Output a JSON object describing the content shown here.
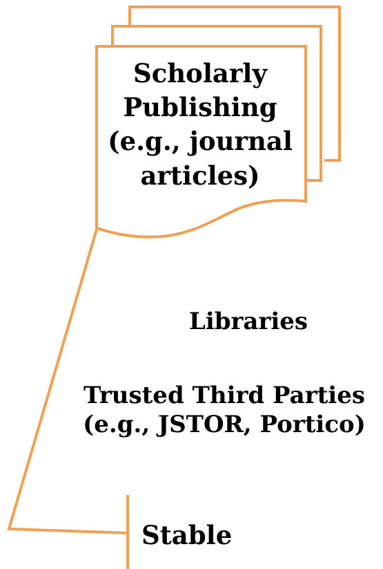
{
  "colors": {
    "accent": "#F0A050",
    "text": "#000000",
    "background": "#FFFFFF"
  },
  "document": {
    "lines": [
      "Scholarly",
      "Publishing",
      "(e.g., journal",
      "articles)"
    ]
  },
  "libraries": "Libraries",
  "trusted_third_parties": {
    "title": "Trusted Third Parties",
    "example": "(e.g., JSTOR, Portico)"
  },
  "stable": "Stable"
}
